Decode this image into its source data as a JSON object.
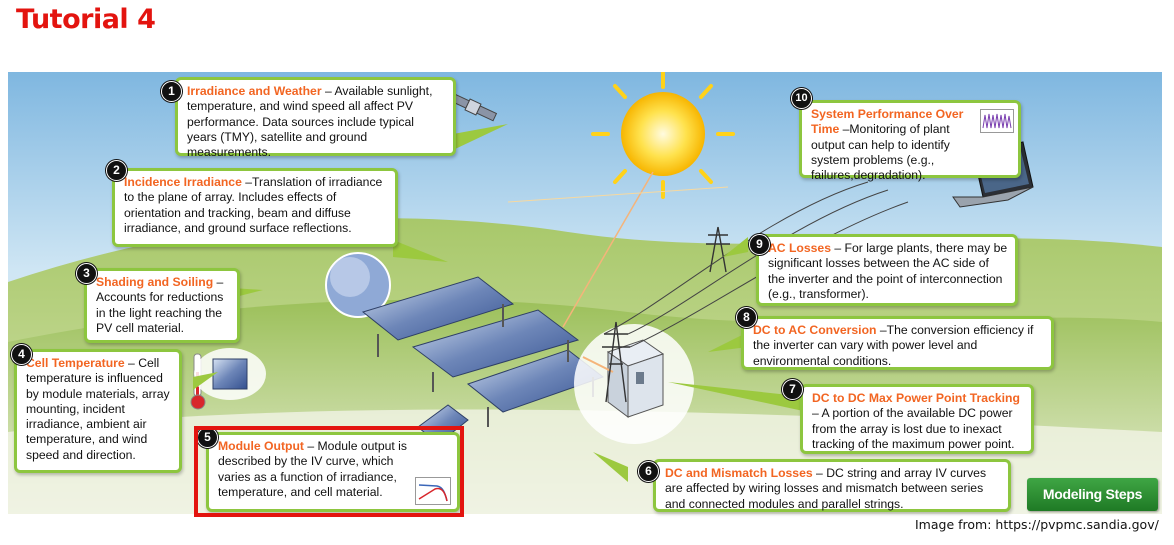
{
  "title": "Tutorial 4",
  "source": "Image from: https://pvpmc.sandia.gov/",
  "modeling_button": "Modeling Steps",
  "steps": [
    {
      "num": "1",
      "heading": "Irradiance and Weather",
      "text": " – Available sunlight, temperature, and wind speed all affect PV performance.  Data sources include typical years (TMY), satellite and ground measurements."
    },
    {
      "num": "2",
      "heading": "Incidence Irradiance",
      "text": " –Translation of irradiance to the plane of array.  Includes effects of orientation and tracking, beam and diffuse irradiance, and ground surface reflections."
    },
    {
      "num": "3",
      "heading": "Shading and  Soiling",
      "text": " – Accounts for reductions in the light reaching the PV cell material."
    },
    {
      "num": "4",
      "heading": "Cell Temperature",
      "text": " – Cell temperature is influenced by module materials, array mounting, incident irradiance, ambient air temperature, and wind speed and direction."
    },
    {
      "num": "5",
      "heading": "Module Output",
      "text": " – Module output is described by the IV curve, which varies as a function of irradiance, temperature, and cell material."
    },
    {
      "num": "6",
      "heading": "DC and Mismatch Losses",
      "text": " – DC string and array IV curves are affected by wiring losses and mismatch between series and connected modules and parallel strings."
    },
    {
      "num": "7",
      "heading": "DC to DC Max Power Point Tracking",
      "text": " – A portion of the available DC power from the array is lost due to inexact tracking of the maximum power point."
    },
    {
      "num": "8",
      "heading": "DC to AC Conversion",
      "text": " –The conversion efficiency if the inverter can vary with power level and environmental conditions."
    },
    {
      "num": "9",
      "heading": "AC Losses",
      "text": " – For large plants, there may be significant losses between the AC side of the inverter and the point of interconnection (e.g., transformer)."
    },
    {
      "num": "10",
      "heading": "System Performance Over Time",
      "text": " –Monitoring of plant output can help to identify system problems (e.g., failures,degradation)."
    }
  ],
  "colors": {
    "title": "#e3140f",
    "heading": "#f26522",
    "box_border": "#8dc63f",
    "highlight": "#e3140f",
    "button": "#2e8f34"
  }
}
